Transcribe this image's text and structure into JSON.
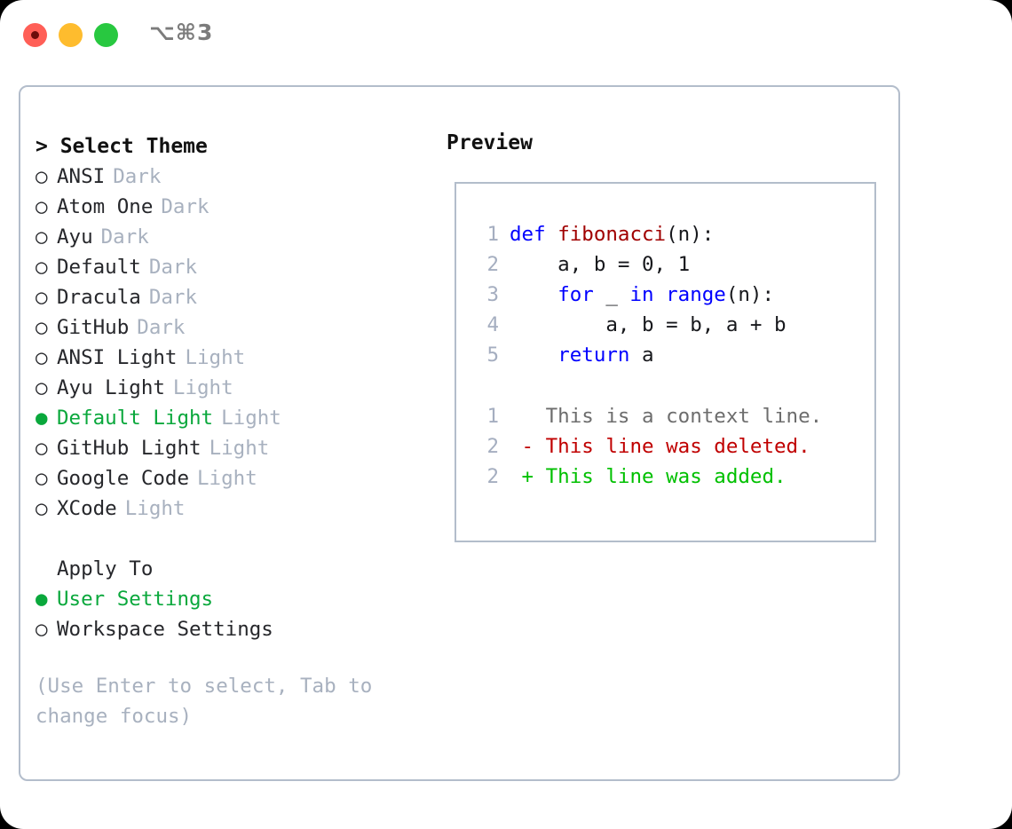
{
  "window": {
    "title": "⌥⌘3",
    "buttons": [
      {
        "name": "close",
        "color": "#ff5f57"
      },
      {
        "name": "minimize",
        "color": "#febc2e"
      },
      {
        "name": "maximize",
        "color": "#28c840"
      }
    ]
  },
  "theme_picker": {
    "header": "> Select Theme",
    "bullet_unselected": "○",
    "bullet_selected": "●",
    "items": [
      {
        "name": "ANSI",
        "category": "Dark",
        "selected": false
      },
      {
        "name": "Atom One",
        "category": "Dark",
        "selected": false
      },
      {
        "name": "Ayu",
        "category": "Dark",
        "selected": false
      },
      {
        "name": "Default",
        "category": "Dark",
        "selected": false
      },
      {
        "name": "Dracula",
        "category": "Dark",
        "selected": false
      },
      {
        "name": "GitHub",
        "category": "Dark",
        "selected": false
      },
      {
        "name": "ANSI Light",
        "category": "Light",
        "selected": false
      },
      {
        "name": "Ayu Light",
        "category": "Light",
        "selected": false
      },
      {
        "name": "Default Light",
        "category": "Light",
        "selected": true
      },
      {
        "name": "GitHub Light",
        "category": "Light",
        "selected": false
      },
      {
        "name": "Google Code",
        "category": "Light",
        "selected": false
      },
      {
        "name": "XCode",
        "category": "Light",
        "selected": false
      }
    ]
  },
  "apply_to": {
    "title": "Apply To",
    "options": [
      {
        "label": "User Settings",
        "selected": true
      },
      {
        "label": "Workspace Settings",
        "selected": false
      }
    ]
  },
  "hint": "(Use Enter to select, Tab to change focus)",
  "preview": {
    "title": "Preview",
    "code_lines": [
      {
        "num": "1",
        "tokens": [
          {
            "t": "def ",
            "c": "kw"
          },
          {
            "t": "fibonacci",
            "c": "fn"
          },
          {
            "t": "(n):",
            "c": "pln"
          }
        ]
      },
      {
        "num": "2",
        "tokens": [
          {
            "t": "    a, b = 0, 1",
            "c": "pln"
          }
        ]
      },
      {
        "num": "3",
        "tokens": [
          {
            "t": "    ",
            "c": "pln"
          },
          {
            "t": "for",
            "c": "kw"
          },
          {
            "t": " _ ",
            "c": "pln"
          },
          {
            "t": "in",
            "c": "kw"
          },
          {
            "t": " ",
            "c": "pln"
          },
          {
            "t": "range",
            "c": "kw"
          },
          {
            "t": "(n):",
            "c": "pln"
          }
        ]
      },
      {
        "num": "4",
        "tokens": [
          {
            "t": "        a, b = b, a + b",
            "c": "pln"
          }
        ]
      },
      {
        "num": "5",
        "tokens": [
          {
            "t": "    ",
            "c": "pln"
          },
          {
            "t": "return",
            "c": "kw"
          },
          {
            "t": " a",
            "c": "pln"
          }
        ]
      }
    ],
    "diff_lines": [
      {
        "num": "1",
        "marker": " ",
        "text": " This is a context line.",
        "kind": "ctx"
      },
      {
        "num": "2",
        "marker": "-",
        "text": " This line was deleted.",
        "kind": "del"
      },
      {
        "num": "2",
        "marker": "+",
        "text": " This line was added.",
        "kind": "add"
      }
    ]
  },
  "colors": {
    "accent_green": "#0aa83c",
    "muted": "#a8b1bf",
    "border": "#b3bdcb",
    "keyword_blue": "#0000ff",
    "function_red": "#a00000",
    "diff_delete": "#c00000",
    "diff_add": "#00c000"
  }
}
